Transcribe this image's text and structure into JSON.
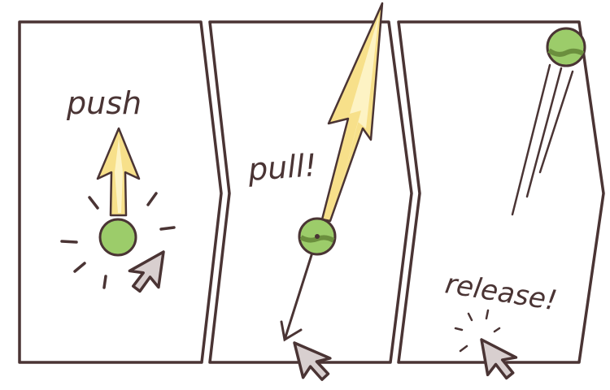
{
  "panels": [
    {
      "label": "push"
    },
    {
      "label": "pull!"
    },
    {
      "label": "release!"
    }
  ],
  "colors": {
    "outline": "#4a3434",
    "panel_fill": "#ffffff",
    "ball_fill": "#9ccc6a",
    "ball_stripe": "#6b8f3e",
    "arrow_fill": "#f7e08a",
    "arrow_highlight": "#fdf3c4",
    "cursor_fill": "#d8cfcf",
    "cursor_outline": "#4a3434"
  },
  "icons": {
    "ball": "ball-icon",
    "cursor": "cursor-icon",
    "arrow": "arrow-icon"
  }
}
